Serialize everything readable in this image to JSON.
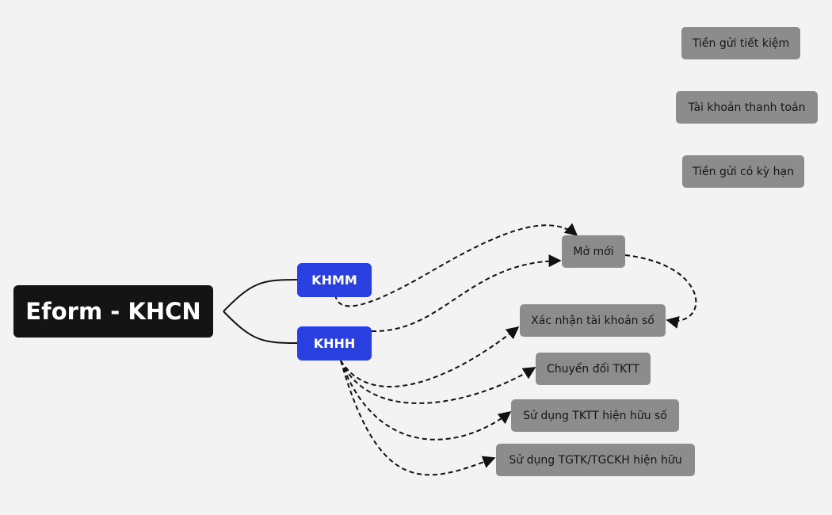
{
  "diagram": {
    "type": "mind-map",
    "background": "#f3f3f3",
    "root": {
      "label": "Eform - KHCN",
      "color": "#141414"
    },
    "branches": [
      {
        "id": "khmm",
        "label": "KHMM",
        "color": "#2a3fe0"
      },
      {
        "id": "khhh",
        "label": "KHHH",
        "color": "#2a3fe0"
      }
    ],
    "leaves": [
      {
        "id": "tien-gui-tiet-kiem",
        "label": "Tiền gửi tiết kiệm"
      },
      {
        "id": "tai-khoan-thanh-toan",
        "label": "Tài khoản thanh toán"
      },
      {
        "id": "tien-gui-co-ky-han",
        "label": "Tiền gửi có kỳ hạn"
      },
      {
        "id": "mo-moi",
        "label": "Mở mới"
      },
      {
        "id": "xac-nhan-tai-khoan-so",
        "label": "Xác nhận tài khoản số"
      },
      {
        "id": "chuyen-doi-tktt",
        "label": "Chuyển đổi TKTT"
      },
      {
        "id": "su-dung-tktt-hien-huu-so",
        "label": "Sử dụng TKTT hiện hữu số"
      },
      {
        "id": "su-dung-tgtk-tgckh-hien-huu",
        "label": "Sử dụng TGTK/TGCKH hiện hữu"
      }
    ],
    "leaf_color": "#8c8c8c",
    "edges": [
      {
        "from": "root",
        "to": "khmm",
        "style": "solid"
      },
      {
        "from": "root",
        "to": "khhh",
        "style": "solid"
      },
      {
        "from": "khmm",
        "to": "mo-moi",
        "style": "dashed",
        "arrow": true
      },
      {
        "from": "khhh",
        "to": "mo-moi",
        "style": "dashed",
        "arrow": true
      },
      {
        "from": "mo-moi",
        "to": "xac-nhan-tai-khoan-so",
        "style": "dashed",
        "arrow": true
      },
      {
        "from": "khhh",
        "to": "xac-nhan-tai-khoan-so",
        "style": "dashed",
        "arrow": true
      },
      {
        "from": "khhh",
        "to": "chuyen-doi-tktt",
        "style": "dashed",
        "arrow": true
      },
      {
        "from": "khhh",
        "to": "su-dung-tktt-hien-huu-so",
        "style": "dashed",
        "arrow": true
      },
      {
        "from": "khhh",
        "to": "su-dung-tgtk-tgckh-hien-huu",
        "style": "dashed",
        "arrow": true
      }
    ]
  }
}
